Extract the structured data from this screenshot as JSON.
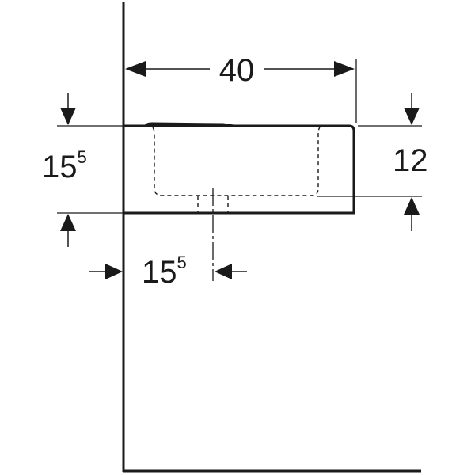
{
  "dimensions": {
    "width": "40",
    "height_left": {
      "base": "15",
      "sup": "5"
    },
    "bowl_depth": "12",
    "drain_offset": {
      "base": "15",
      "sup": "5"
    }
  },
  "colors": {
    "line": "#1a1a1a",
    "background": "#ffffff"
  }
}
